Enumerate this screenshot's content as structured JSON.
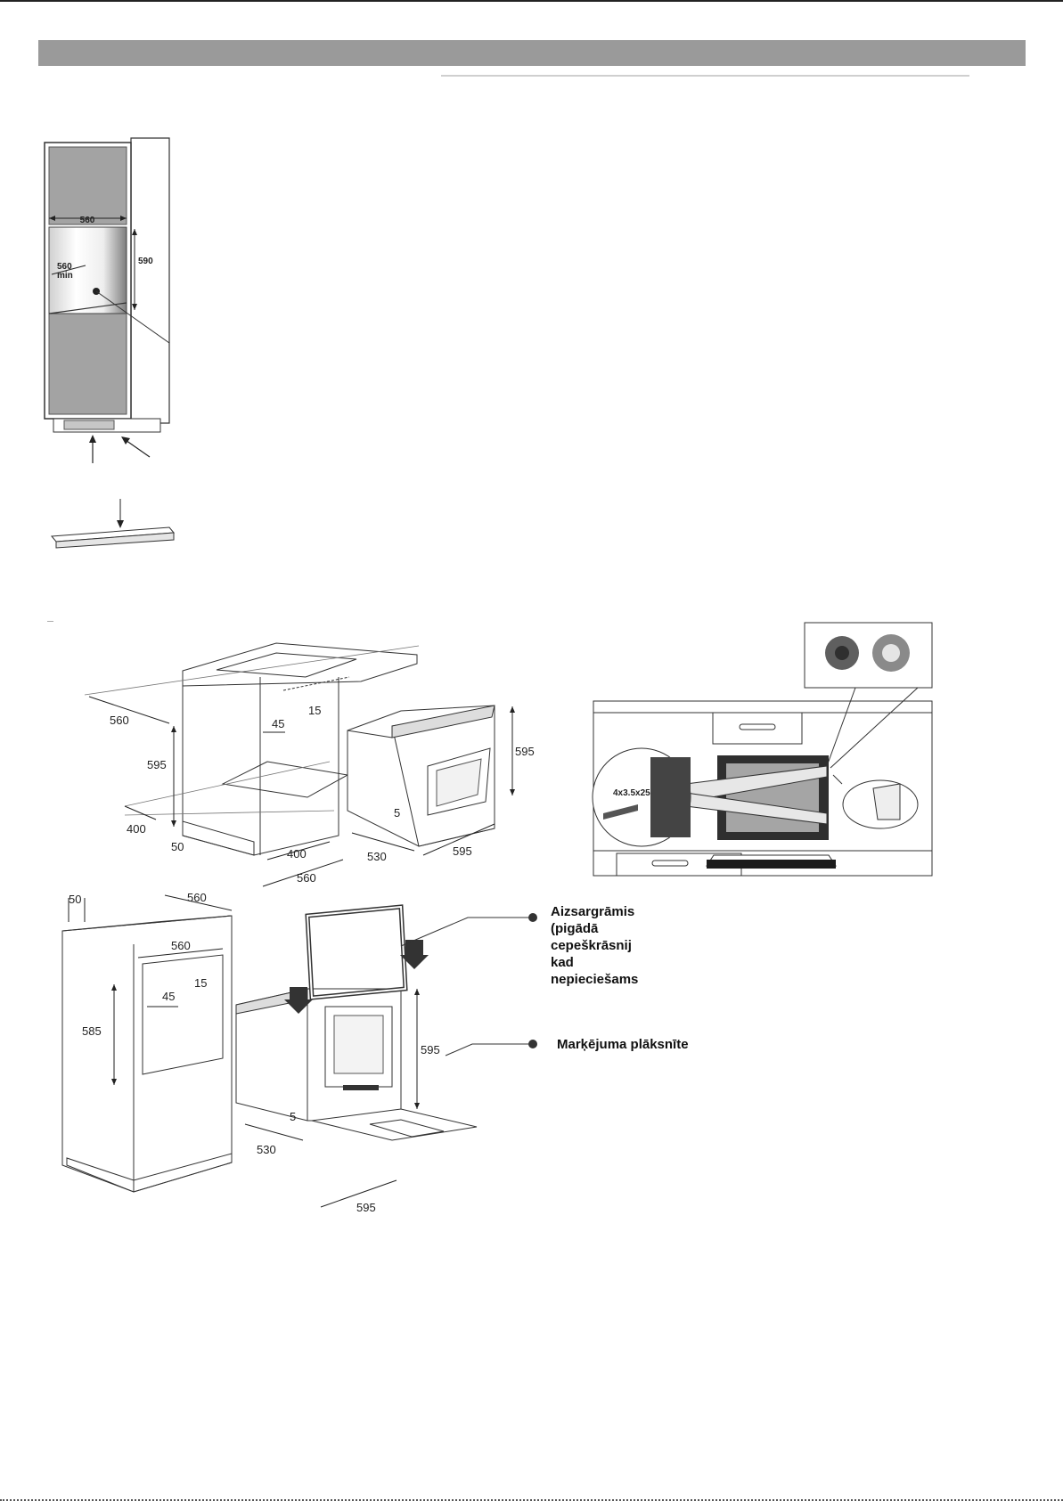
{
  "column_figure": {
    "width_label": "560",
    "height_label": "590",
    "depth_label": "560",
    "depth_min_label": "min"
  },
  "undercounter_figure": {
    "depth_label": "560",
    "height_label": "595",
    "gap_top_label": "45",
    "floor_depth_label": "400",
    "back_gap_label": "50",
    "base_depth_label": "400",
    "base_width_label": "560",
    "oven_top_gap_label": "15",
    "oven_height_label": "595",
    "oven_bottom_gap_label": "5",
    "oven_depth_label": "530",
    "oven_width_label": "595"
  },
  "fixing_figure": {
    "screw_label": "4x3.5x25"
  },
  "tall_unit_figure": {
    "back_gap_label": "50",
    "depth_label": "560",
    "width_label": "560",
    "height_label": "585",
    "side_gap_label": "45",
    "top_gap_label": "15",
    "oven_height_label": "595",
    "oven_bottom_gap_label": "5",
    "oven_depth_label": "530",
    "oven_width_label": "595"
  },
  "callouts": {
    "guard_frame": {
      "line1": "Aizsargrāmis",
      "line2": "(pigādā",
      "line3": "cepeškrāsnij",
      "line4": "kad",
      "line5": "nepieciešams"
    },
    "rating_plate": {
      "text": "Marķējuma plāksnīte"
    }
  }
}
